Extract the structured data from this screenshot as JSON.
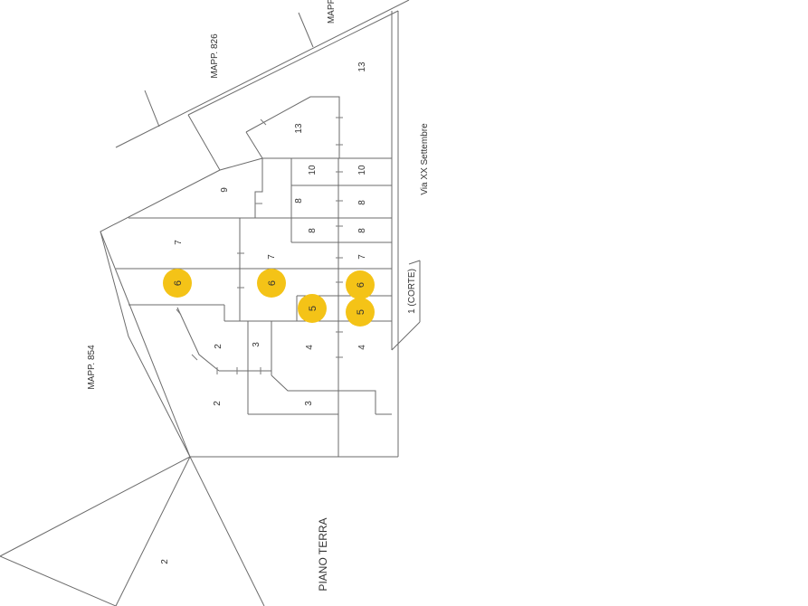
{
  "labels": {
    "mapp_826": "MAPP. 826",
    "mapp_top": "MAPP",
    "mapp_854": "MAPP. 854",
    "via": "Via XX Settembre",
    "corte": "1 (CORTE)",
    "piano": "PIANO TERRA"
  },
  "rooms": {
    "r13a": "13",
    "r13b": "13",
    "r10a": "10",
    "r10b": "10",
    "r9": "9",
    "r8a": "8",
    "r8b": "8",
    "r8c": "8",
    "r8d": "8",
    "r7a": "7",
    "r7b": "7",
    "r7c": "7",
    "r4a": "4",
    "r4b": "4",
    "r3a": "3",
    "r3b": "3",
    "r2a": "2",
    "r2b": "2",
    "r2c": "2"
  },
  "markers": {
    "m6a": "6",
    "m6b": "6",
    "m6c": "6",
    "m5a": "5",
    "m5b": "5"
  },
  "colors": {
    "marker": "#f4c317",
    "lines": "#6b6b6b"
  }
}
